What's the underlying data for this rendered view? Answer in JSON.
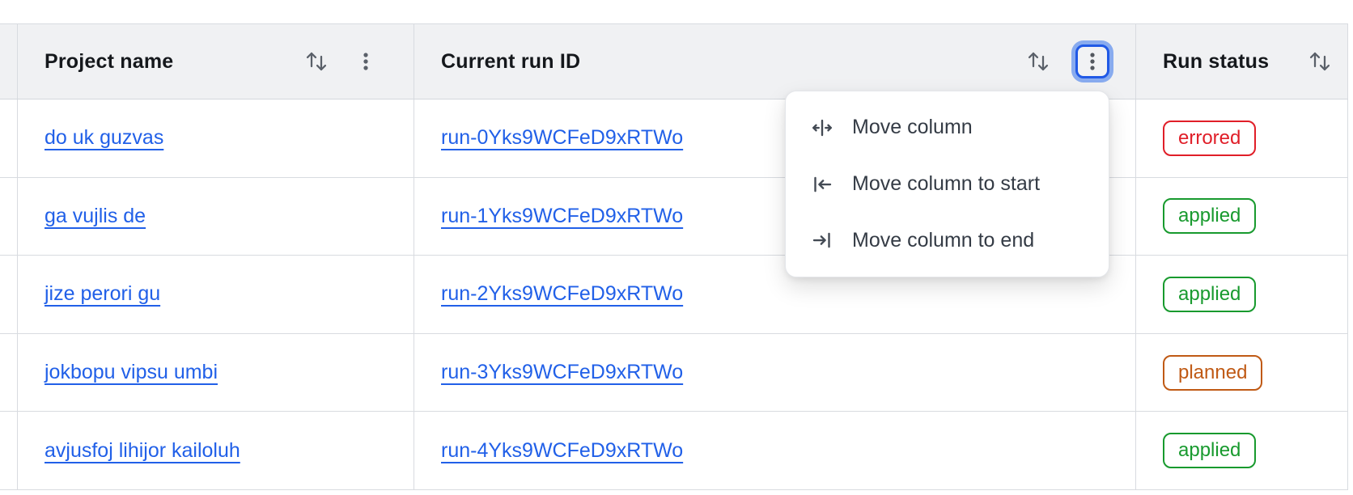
{
  "header": {
    "project_label": "Project name",
    "run_id_label": "Current run ID",
    "status_label": "Run status"
  },
  "rows": [
    {
      "project": "do uk guzvas",
      "run_id": "run-0Yks9WCFeD9xRTWo",
      "status": "errored"
    },
    {
      "project": "ga vujlis de",
      "run_id": "run-1Yks9WCFeD9xRTWo",
      "status": "applied"
    },
    {
      "project": "jize perori gu",
      "run_id": "run-2Yks9WCFeD9xRTWo",
      "status": "applied"
    },
    {
      "project": "jokbopu vipsu umbi",
      "run_id": "run-3Yks9WCFeD9xRTWo",
      "status": "planned"
    },
    {
      "project": "avjusfoj lihijor kailoluh",
      "run_id": "run-4Yks9WCFeD9xRTWo",
      "status": "applied"
    }
  ],
  "menu": {
    "items": [
      {
        "icon": "move-column-icon",
        "label": "Move column"
      },
      {
        "icon": "move-column-to-start-icon",
        "label": "Move column to start"
      },
      {
        "icon": "move-column-to-end-icon",
        "label": "Move column to end"
      }
    ]
  },
  "status_colors": {
    "errored": "#e01e28",
    "applied": "#189a2e",
    "planned": "#c05a15"
  },
  "colors": {
    "link_blue": "#2160e8",
    "header_background": "#f0f1f3",
    "row_border": "#d8dbe0",
    "focus_ring_inner": "#2059e6",
    "focus_ring_outer": "#88abef",
    "icon_gray": "#5a6069",
    "menu_text": "#343b45",
    "header_text": "#15181c"
  }
}
